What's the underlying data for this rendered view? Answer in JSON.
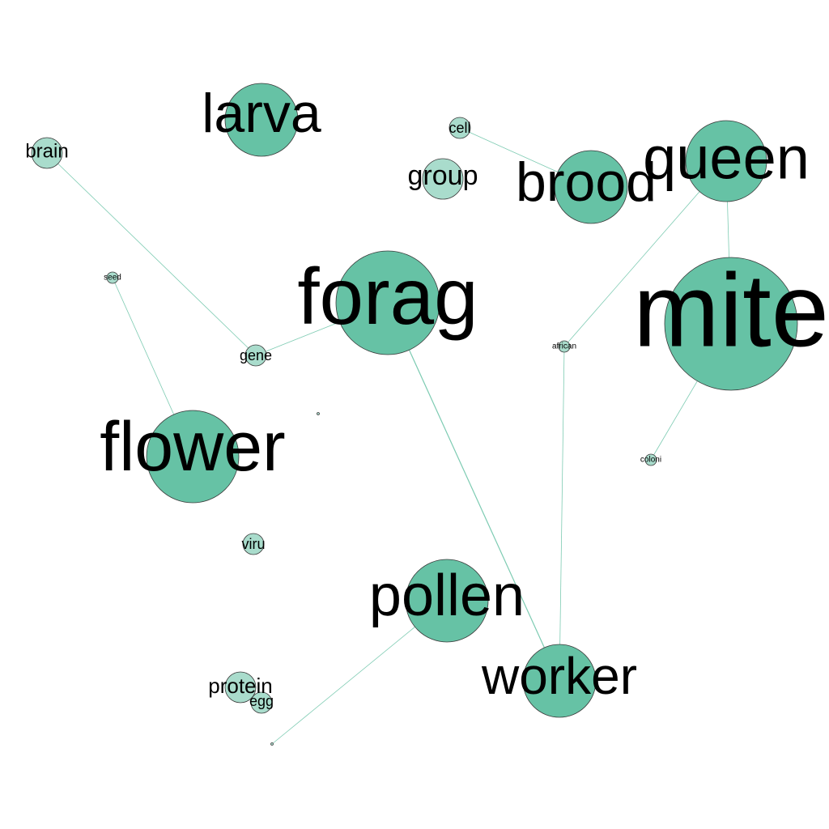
{
  "colors": {
    "node_strong": "#66c2a5",
    "node_light": "#a9dccc",
    "edge": "#66c2a5",
    "label": "#000000"
  },
  "nodes": [
    {
      "id": "mite",
      "label": "mite",
      "strength": "strong"
    },
    {
      "id": "forag",
      "label": "forag",
      "strength": "strong"
    },
    {
      "id": "flower",
      "label": "flower",
      "strength": "strong"
    },
    {
      "id": "queen",
      "label": "queen",
      "strength": "strong"
    },
    {
      "id": "larva",
      "label": "larva",
      "strength": "strong"
    },
    {
      "id": "brood",
      "label": "brood",
      "strength": "strong"
    },
    {
      "id": "pollen",
      "label": "pollen",
      "strength": "strong"
    },
    {
      "id": "worker",
      "label": "worker",
      "strength": "strong"
    },
    {
      "id": "group",
      "label": "group",
      "strength": "light"
    },
    {
      "id": "brain",
      "label": "brain",
      "strength": "light"
    },
    {
      "id": "cell",
      "label": "cell",
      "strength": "light"
    },
    {
      "id": "gene",
      "label": "gene",
      "strength": "light"
    },
    {
      "id": "viru",
      "label": "viru",
      "strength": "light"
    },
    {
      "id": "protein",
      "label": "protein",
      "strength": "light"
    },
    {
      "id": "egg",
      "label": "egg",
      "strength": "light"
    },
    {
      "id": "seed",
      "label": "seed",
      "strength": "light"
    },
    {
      "id": "african",
      "label": "african",
      "strength": "light"
    },
    {
      "id": "coloni",
      "label": "coloni",
      "strength": "light"
    },
    {
      "id": "tiny1",
      "label": "",
      "strength": "light"
    },
    {
      "id": "tiny2",
      "label": "",
      "strength": "light"
    }
  ],
  "edges": [
    {
      "source": "brain",
      "target": "gene"
    },
    {
      "source": "gene",
      "target": "forag"
    },
    {
      "source": "seed",
      "target": "flower"
    },
    {
      "source": "cell",
      "target": "brood"
    },
    {
      "source": "forag",
      "target": "worker"
    },
    {
      "source": "queen",
      "target": "african"
    },
    {
      "source": "african",
      "target": "worker"
    },
    {
      "source": "queen",
      "target": "mite"
    },
    {
      "source": "mite",
      "target": "coloni"
    },
    {
      "source": "pollen",
      "target": "tiny2"
    }
  ]
}
